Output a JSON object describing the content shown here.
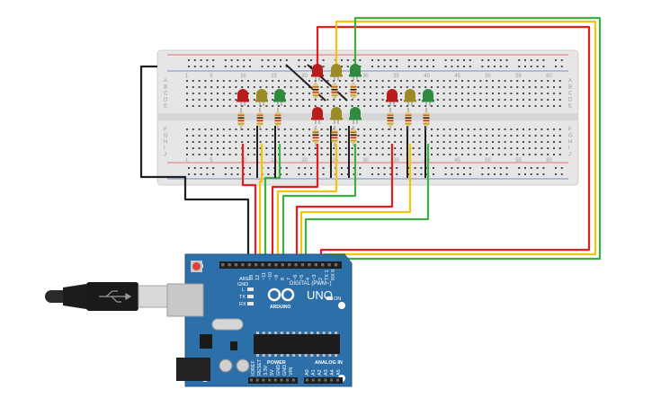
{
  "board": {
    "digital_header_label": "DIGITAL (PWM~)",
    "model_label": "UNO",
    "brand_label": "ARDUINO",
    "power_label": "POWER",
    "analog_label": "ANALOG IN",
    "aref_label": "AREF",
    "gnd_label": "GND",
    "on_label": "ON",
    "l_label": "L",
    "tx_label": "TX",
    "rx_label": "RX",
    "ioref_label": "IOREF",
    "reset_label": "RESET",
    "v33_label": "3.3V",
    "v5_label": "5V",
    "vin_label": "VIN",
    "digital_pins": [
      "13",
      "12",
      "~11",
      "~10",
      "~9",
      "8",
      "7",
      "~6",
      "~5",
      "4",
      "~3",
      "2",
      "TX 1",
      "RX 0"
    ],
    "analog_pins": [
      "A0",
      "A1",
      "A2",
      "A3",
      "A4",
      "A5"
    ]
  },
  "breadboard": {
    "row_letters_top": [
      "A",
      "B",
      "C",
      "D",
      "E"
    ],
    "row_letters_bottom": [
      "F",
      "G",
      "H",
      "I",
      "J"
    ],
    "column_numbers": [
      "1",
      "5",
      "10",
      "15",
      "20",
      "25",
      "30",
      "35",
      "40",
      "45",
      "50",
      "55",
      "60"
    ]
  },
  "colors": {
    "wire_red": "#e02020",
    "wire_yellow": "#f2c40f",
    "wire_green": "#3cb043",
    "wire_black": "#202020",
    "board_blue": "#2d6fa8",
    "breadboard": "#e6e6e6",
    "led_red": "#b81d1d",
    "led_yellow": "#9c8a26",
    "led_green": "#2e8b3e"
  }
}
